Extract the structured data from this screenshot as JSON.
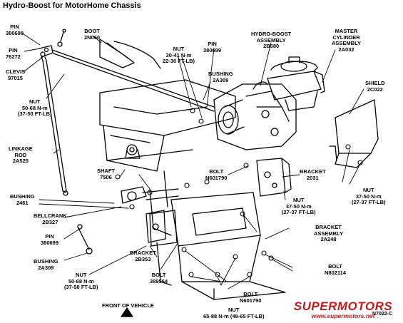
{
  "title": "Hydro-Boost for MotorHome Chassis",
  "figure_code": "N7022-C",
  "front_of_vehicle": "FRONT OF VEHICLE",
  "labels": {
    "pin_380699_top": [
      "PIN",
      "380699"
    ],
    "boot": [
      "BOOT",
      "2N060"
    ],
    "pin_76272": [
      "PIN",
      "76272"
    ],
    "clevis": [
      "CLEVIS",
      "97015"
    ],
    "nut_30_41": [
      "NUT",
      "30-41 N-m",
      "22-30 FT-LB)"
    ],
    "pin_380699_mid": [
      "PIN",
      "380699"
    ],
    "hydro_boost": [
      "HYDRO-BOOST",
      "ASSEMBLY",
      "2B580"
    ],
    "master_cylinder": [
      "MASTER",
      "CYLINDER",
      "ASSEMBLY",
      "2A032"
    ],
    "bushing_2a309_top": [
      "BUSHING",
      "2A309"
    ],
    "shield": [
      "SHIELD",
      "2C022"
    ],
    "nut_50_68_left": [
      "NUT",
      "50-68 N-m",
      "(37-50 FT-LB)"
    ],
    "linkage_rod": [
      "LINKAGE",
      "ROD",
      "2A525"
    ],
    "bolt_n601790_upper": [
      "BOLT",
      "N601790"
    ],
    "bracket_2031": [
      "BRACKET",
      "2031"
    ],
    "shaft": [
      "SHAFT",
      "7506"
    ],
    "bushing_2461": [
      "BUSHING",
      "2461"
    ],
    "nut_37_50_mid": [
      "NUT",
      "37-50 N-m",
      "(27-37 FT-LB)"
    ],
    "nut_37_50_right": [
      "NUT",
      "37-50 N-m",
      "(27-37 FT-LB)"
    ],
    "bellcrank": [
      "BELLCRANK",
      "2B327"
    ],
    "pin_380699_low": [
      "PIN",
      "380699"
    ],
    "bracket_assembly": [
      "BRACKET",
      "ASSEMBLY",
      "2A248"
    ],
    "bushing_2a309_low": [
      "BUSHING",
      "2A309"
    ],
    "bracket_2b353": [
      "BRACKET",
      "2B353"
    ],
    "bolt_n802114": [
      "BOLT",
      "N802114"
    ],
    "nut_50_68_low": [
      "NUT",
      "50-68 N-m",
      "(37-50 FT-LB)"
    ],
    "bolt_389564": [
      "BOLT",
      "389564"
    ],
    "bolt_n601790_lower": [
      "BOLT",
      "N601790"
    ],
    "nut_65_88": [
      "NUT",
      "65-88 N-m (48-65 FT-LB)"
    ]
  },
  "watermark": {
    "brand": "SUPERMOTORS",
    "url": "www.supermotors.net"
  }
}
